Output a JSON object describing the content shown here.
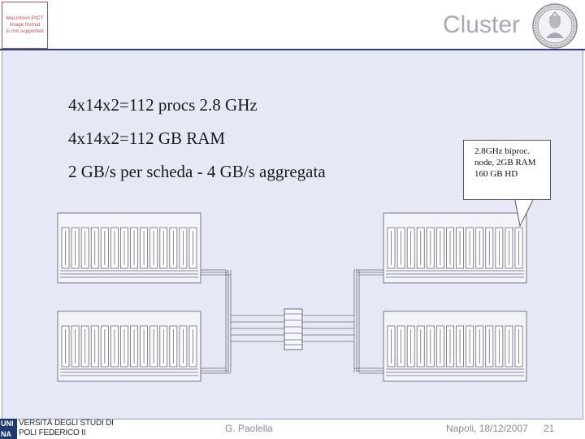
{
  "header": {
    "title": "Cluster",
    "pict_placeholder": "Macintosh PICT\nimage format\nis not supported",
    "seal": "university-seal"
  },
  "bullets": [
    "4x14x2=112 procs 2.8 GHz",
    "4x14x2=112 GB RAM",
    "2 GB/s per scheda - 4 GB/s aggregata"
  ],
  "callout": {
    "text": "2.8GHz biproc. node, 2GB RAM 160 GB HD"
  },
  "diagram": {
    "blocks": 4,
    "nodes_per_block": 14
  },
  "footer": {
    "author": "G. Paolella",
    "date": "Napoli, 18/12/2007",
    "page": "21",
    "logo_lines": [
      "UNI",
      "NA"
    ],
    "logo_words": [
      "VERSITÀ DEGLI STUDI DI",
      "POLI FEDERICO II"
    ]
  },
  "colors": {
    "title": "#a7a9b8",
    "content_bg": "#e6e9f5",
    "header_rule": "#2e3f7a",
    "logo_blue": "#1f3a72"
  }
}
